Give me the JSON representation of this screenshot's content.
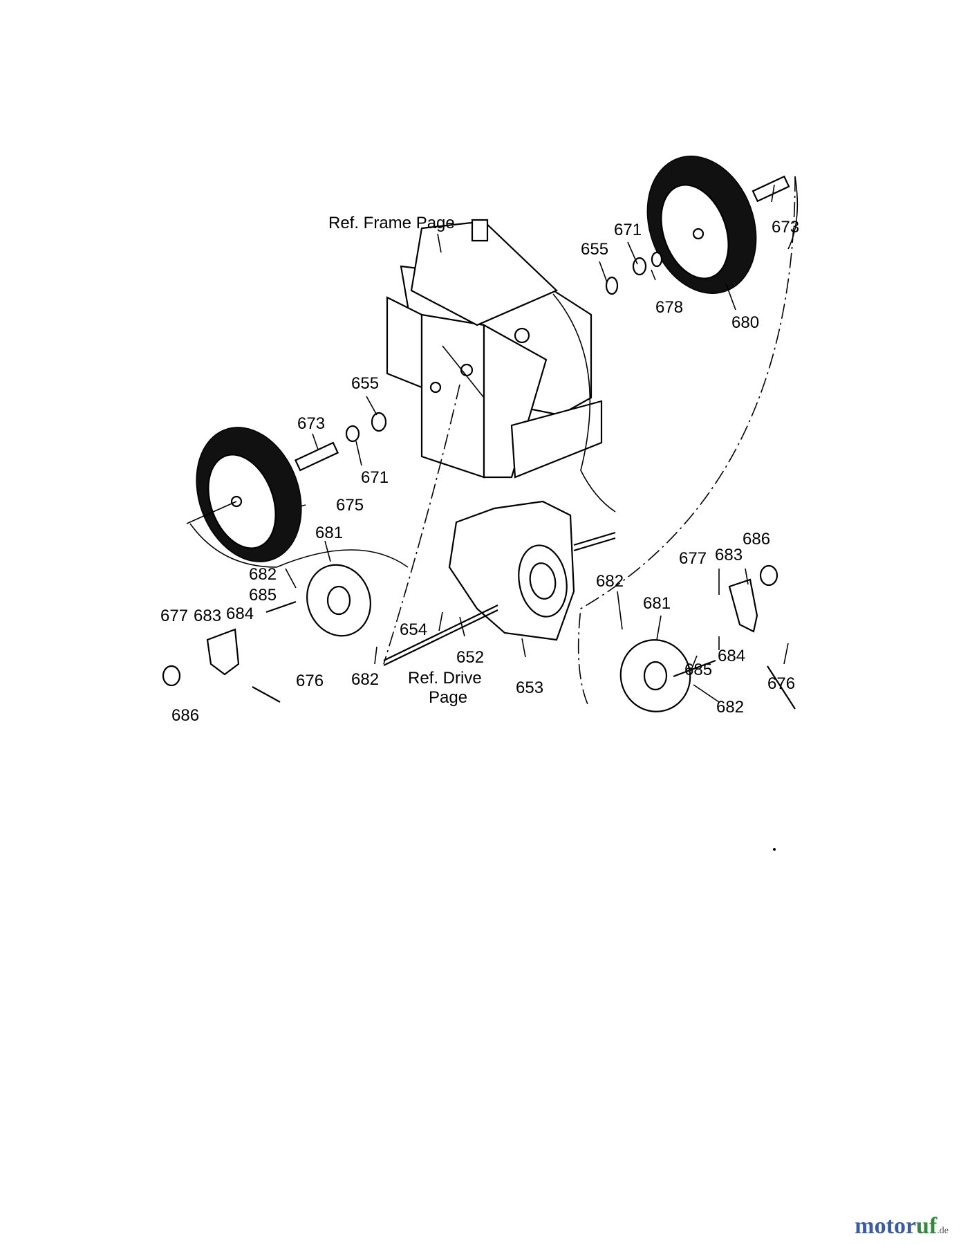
{
  "labels": {
    "ref_frame": "Ref. Frame Page",
    "ref_drive_1": "Ref. Drive",
    "ref_drive_2": "Page",
    "p673_right": "673",
    "p671_right": "671",
    "p655_right": "655",
    "p678": "678",
    "p680": "680",
    "p655_left": "655",
    "p673_left": "673",
    "p671_left": "671",
    "p675": "675",
    "p681_left": "681",
    "p682_left_a": "682",
    "p685_left": "685",
    "p677_left": "677",
    "p683_left": "683",
    "p684_left": "684",
    "p676_left": "676",
    "p686_left": "686",
    "p682_left_b": "682",
    "p654": "654",
    "p652": "652",
    "p653": "653",
    "p682_right_a": "682",
    "p681_right": "681",
    "p677_right": "677",
    "p683_right": "683",
    "p686_right": "686",
    "p685_right": "685",
    "p684_right": "684",
    "p676_right": "676",
    "p682_right_b": "682"
  },
  "watermark": {
    "brand_a": "motor",
    "brand_b": "uf",
    "tld": ".de"
  }
}
